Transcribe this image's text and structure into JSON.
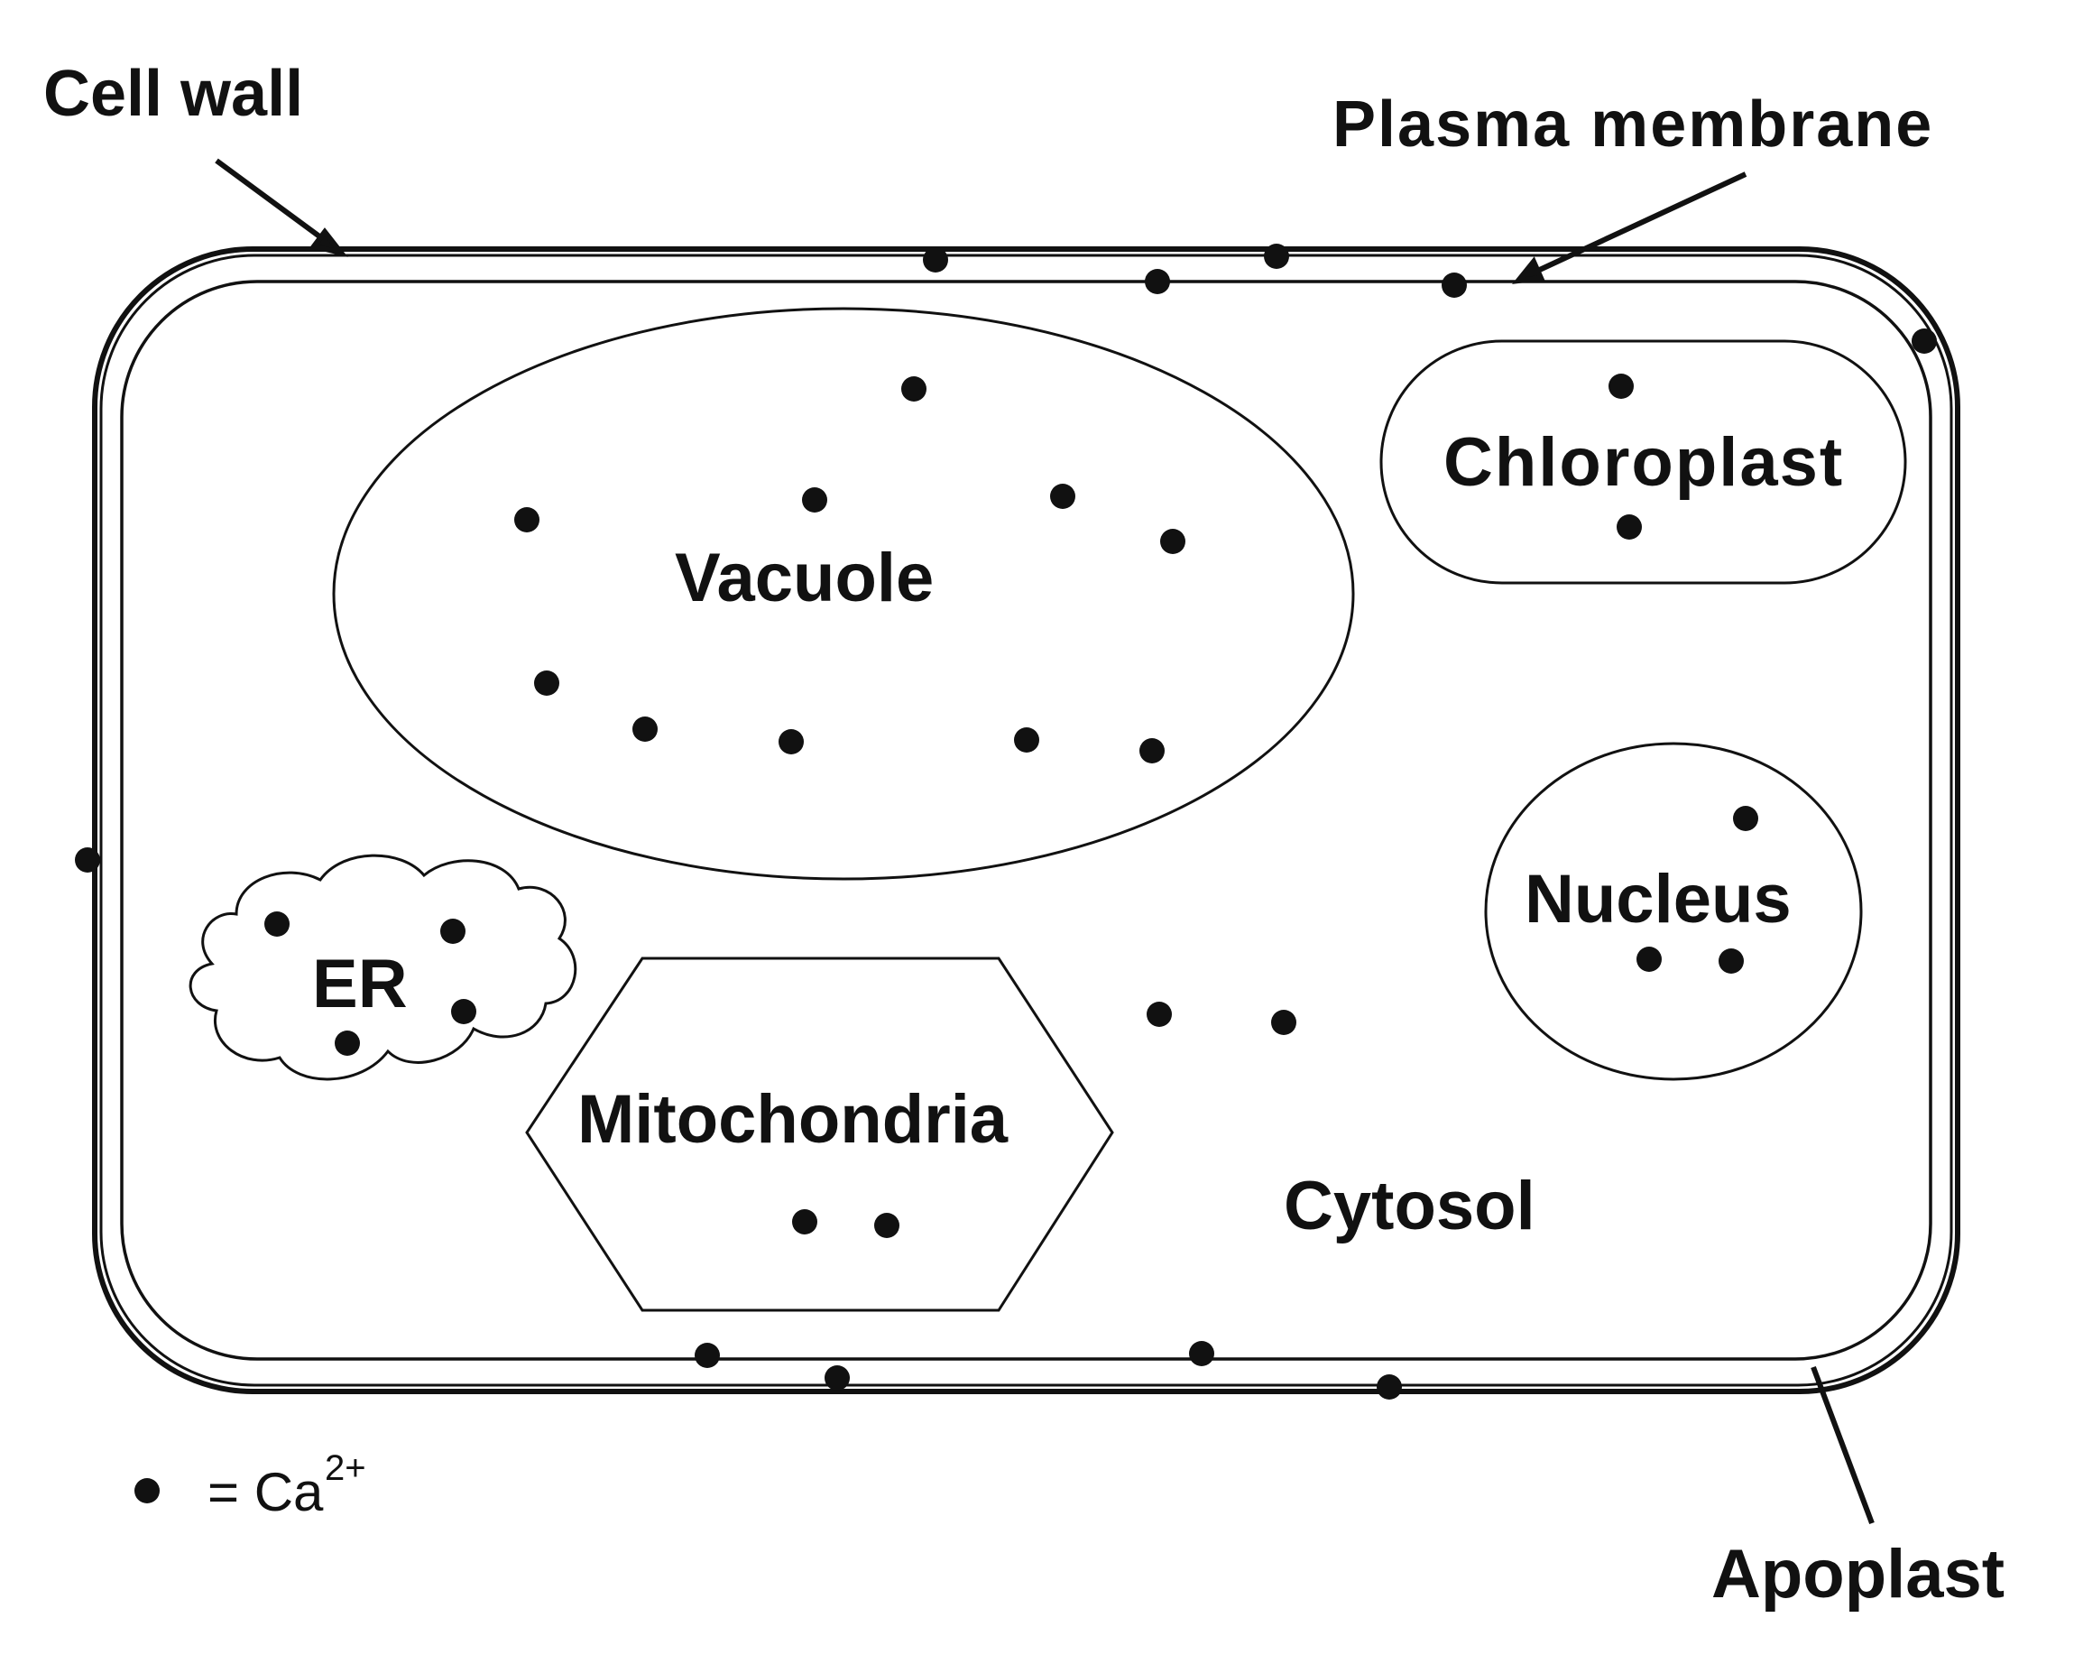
{
  "labels": {
    "cell_wall": "Cell wall",
    "plasma_membrane": "Plasma membrane",
    "vacuole": "Vacuole",
    "chloroplast": "Chloroplast",
    "nucleus": "Nucleus",
    "er": "ER",
    "mitochondria": "Mitochondria",
    "cytosol": "Cytosol",
    "apoplast": "Apoplast"
  },
  "legend": {
    "equals": "= Ca",
    "superscript": "2+"
  },
  "colors": {
    "ink": "#111111",
    "background": "#ffffff"
  }
}
